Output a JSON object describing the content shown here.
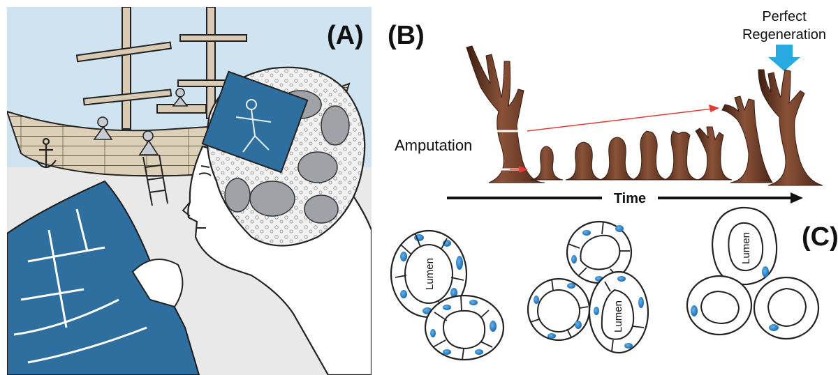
{
  "panels": {
    "a": {
      "label": "(A)"
    },
    "b": {
      "label": "(B)",
      "amputation_label": "Amputation",
      "time_label": "Time",
      "perfect_line1": "Perfect",
      "perfect_line2": "Regeneration",
      "regeneration_stage_count": 7
    },
    "c": {
      "label": "(C)",
      "lumen_label": "Lumen"
    }
  },
  "colors": {
    "sky": "#cfe3f1",
    "sand": "#e9e9e9",
    "wood": "#d9cbb3",
    "blueprint": "#2f6f9f",
    "brain_gray": "#9fa3a7",
    "limb_brown": "#6e3b26",
    "amputation_arrow": "#e53935",
    "perfect_arrow": "#29a9e1",
    "nucleus": "#1f73c4",
    "ink": "#111111"
  }
}
